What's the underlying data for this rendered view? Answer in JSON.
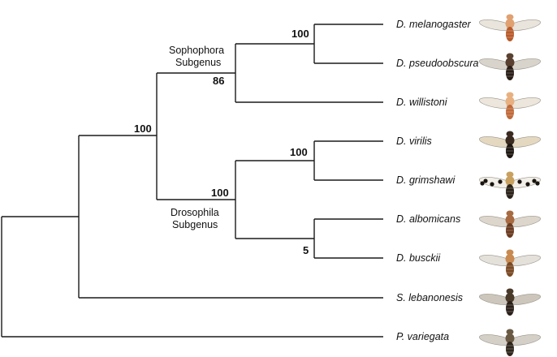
{
  "tree": {
    "taxa": [
      {
        "id": "melanogaster",
        "label": "D. melanogaster",
        "fly": {
          "body": "#e0a070",
          "abdomen": "#b85a2a",
          "wing": "#e9e4dc",
          "spots": false
        }
      },
      {
        "id": "pseudoobscura",
        "label": "D. pseudoobscura",
        "fly": {
          "body": "#5a4030",
          "abdomen": "#2a1e16",
          "wing": "#d8d4cc",
          "spots": false
        }
      },
      {
        "id": "willistoni",
        "label": "D. willistoni",
        "fly": {
          "body": "#e8b080",
          "abdomen": "#c06a3a",
          "wing": "#ece6dc",
          "spots": false
        }
      },
      {
        "id": "virilis",
        "label": "D. virilis",
        "fly": {
          "body": "#3a2a20",
          "abdomen": "#1e1610",
          "wing": "#e4d8c0",
          "spots": false
        }
      },
      {
        "id": "grimshawi",
        "label": "D. grimshawi",
        "fly": {
          "body": "#c8a060",
          "abdomen": "#2a2218",
          "wing": "#f2efe8",
          "spots": true
        }
      },
      {
        "id": "albomicans",
        "label": "D. albomicans",
        "fly": {
          "body": "#a86a40",
          "abdomen": "#6a3a20",
          "wing": "#dcd6cc",
          "spots": false
        }
      },
      {
        "id": "busckii",
        "label": "D. busckii",
        "fly": {
          "body": "#c88a50",
          "abdomen": "#7a4a24",
          "wing": "#e4e0da",
          "spots": false
        }
      },
      {
        "id": "lebanonesis",
        "label": "S. lebanonesis",
        "fly": {
          "body": "#4a3a2a",
          "abdomen": "#2a2018",
          "wing": "#ccc6bc",
          "spots": false
        }
      },
      {
        "id": "variegata",
        "label": "P. variegata",
        "fly": {
          "body": "#6a5a44",
          "abdomen": "#2e261c",
          "wing": "#d4d0c8",
          "spots": false
        }
      }
    ],
    "supports": [
      {
        "id": "s-melano-pseudo",
        "value": "100"
      },
      {
        "id": "s-sophophora",
        "value": "86"
      },
      {
        "id": "s-drosophila-genus",
        "value": "100"
      },
      {
        "id": "s-virilis-grimshawi",
        "value": "100"
      },
      {
        "id": "s-drosophila-subgenus",
        "value": "100"
      },
      {
        "id": "s-albomicans-busckii",
        "value": "5"
      }
    ],
    "clades": [
      {
        "id": "sophophora",
        "line1": "Sophophora",
        "line2": "Subgenus"
      },
      {
        "id": "drosophila",
        "line1": "Drosophila",
        "line2": "Subgenus"
      }
    ]
  }
}
